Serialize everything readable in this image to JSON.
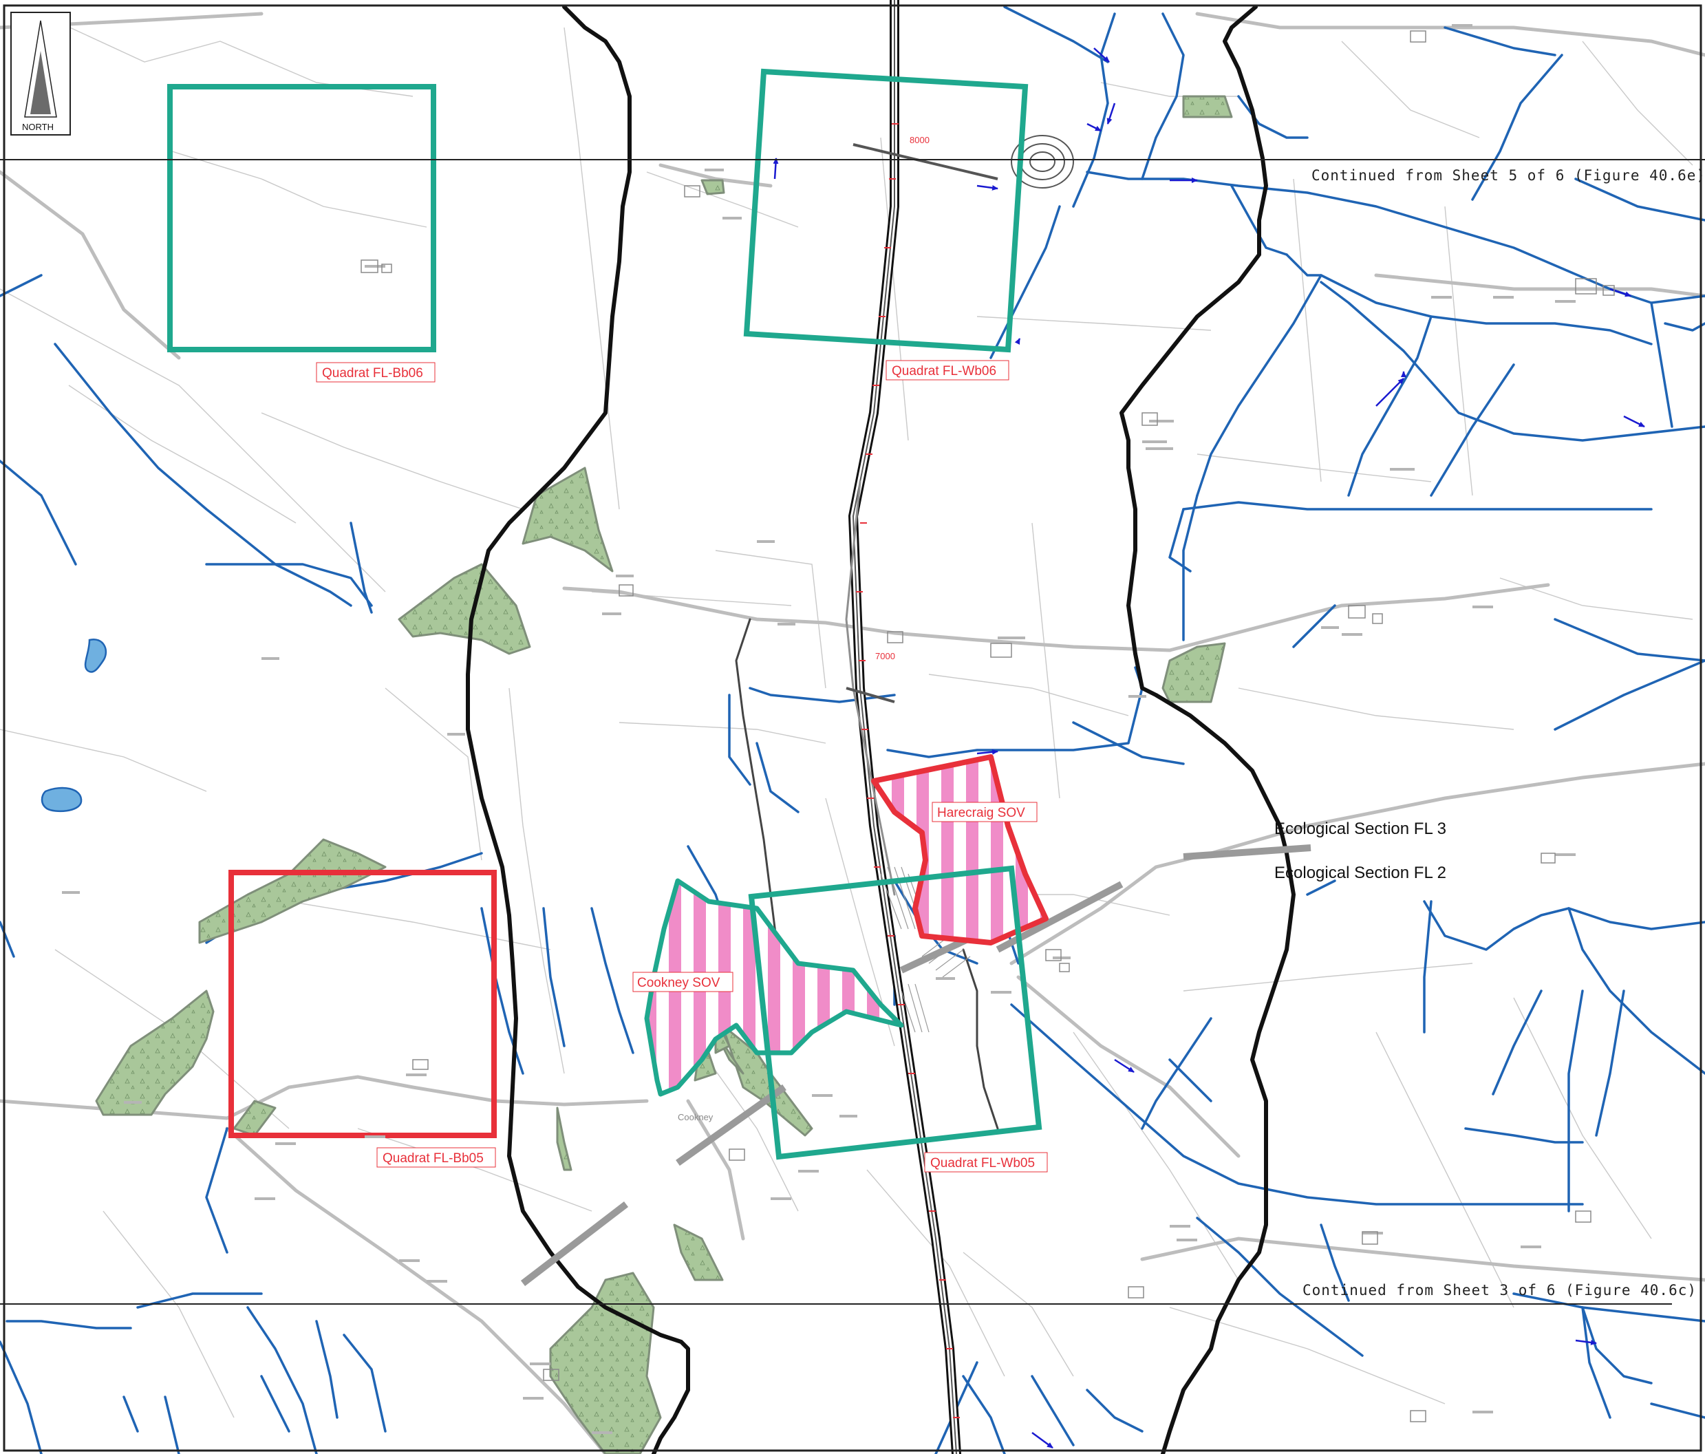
{
  "north_arrow": {
    "label": "NORTH"
  },
  "quadrats": [
    {
      "id": "bb06",
      "label": "Quadrat FL-Bb06",
      "kind": "green"
    },
    {
      "id": "wb06",
      "label": "Quadrat FL-Wb06",
      "kind": "green"
    },
    {
      "id": "bb05",
      "label": "Quadrat FL-Bb05",
      "kind": "red"
    },
    {
      "id": "wb05",
      "label": "Quadrat FL-Wb05",
      "kind": "green"
    }
  ],
  "sov_areas": [
    {
      "id": "harecraig",
      "label": "Harecraig SOV"
    },
    {
      "id": "cookney",
      "label": "Cookney SOV"
    }
  ],
  "ecological_sections": {
    "upper": "Ecological Section FL 3",
    "lower": "Ecological Section FL 2"
  },
  "continuation": {
    "top": "Continued from Sheet 5 of 6 (Figure 40.6e)",
    "bottom": "Continued from Sheet 3 of 6 (Figure 40.6c)"
  },
  "chainages": [
    "8000",
    "7000"
  ],
  "places": {
    "cookney": "Cookney"
  },
  "colors": {
    "quadrat_green": "#1fa88e",
    "quadrat_red": "#e8303a",
    "watercourse": "#1f64b4",
    "corridor": "#111111",
    "woodland": "#a9c79a",
    "sov_hatch": "#f08cc8",
    "road": "#b8b8b8"
  }
}
